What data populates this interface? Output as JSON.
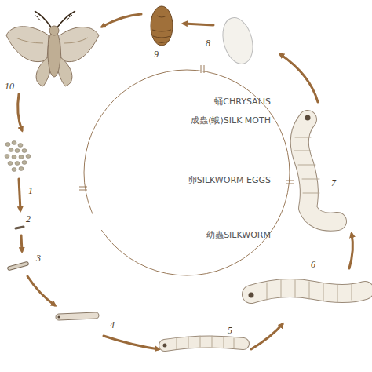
{
  "diagram": {
    "nodes": [
      {
        "text": [
          "蛹CHRYSALIS",
          "成蟲(蛾)SILK MOTH",
          "卵SILKWORM EGGS",
          "幼蟲SILKWORM"
        ]
      }
    ],
    "labels": [
      "1",
      "2",
      "3",
      "4",
      "5",
      "6",
      "7",
      "8",
      "9",
      "10"
    ]
  }
}
